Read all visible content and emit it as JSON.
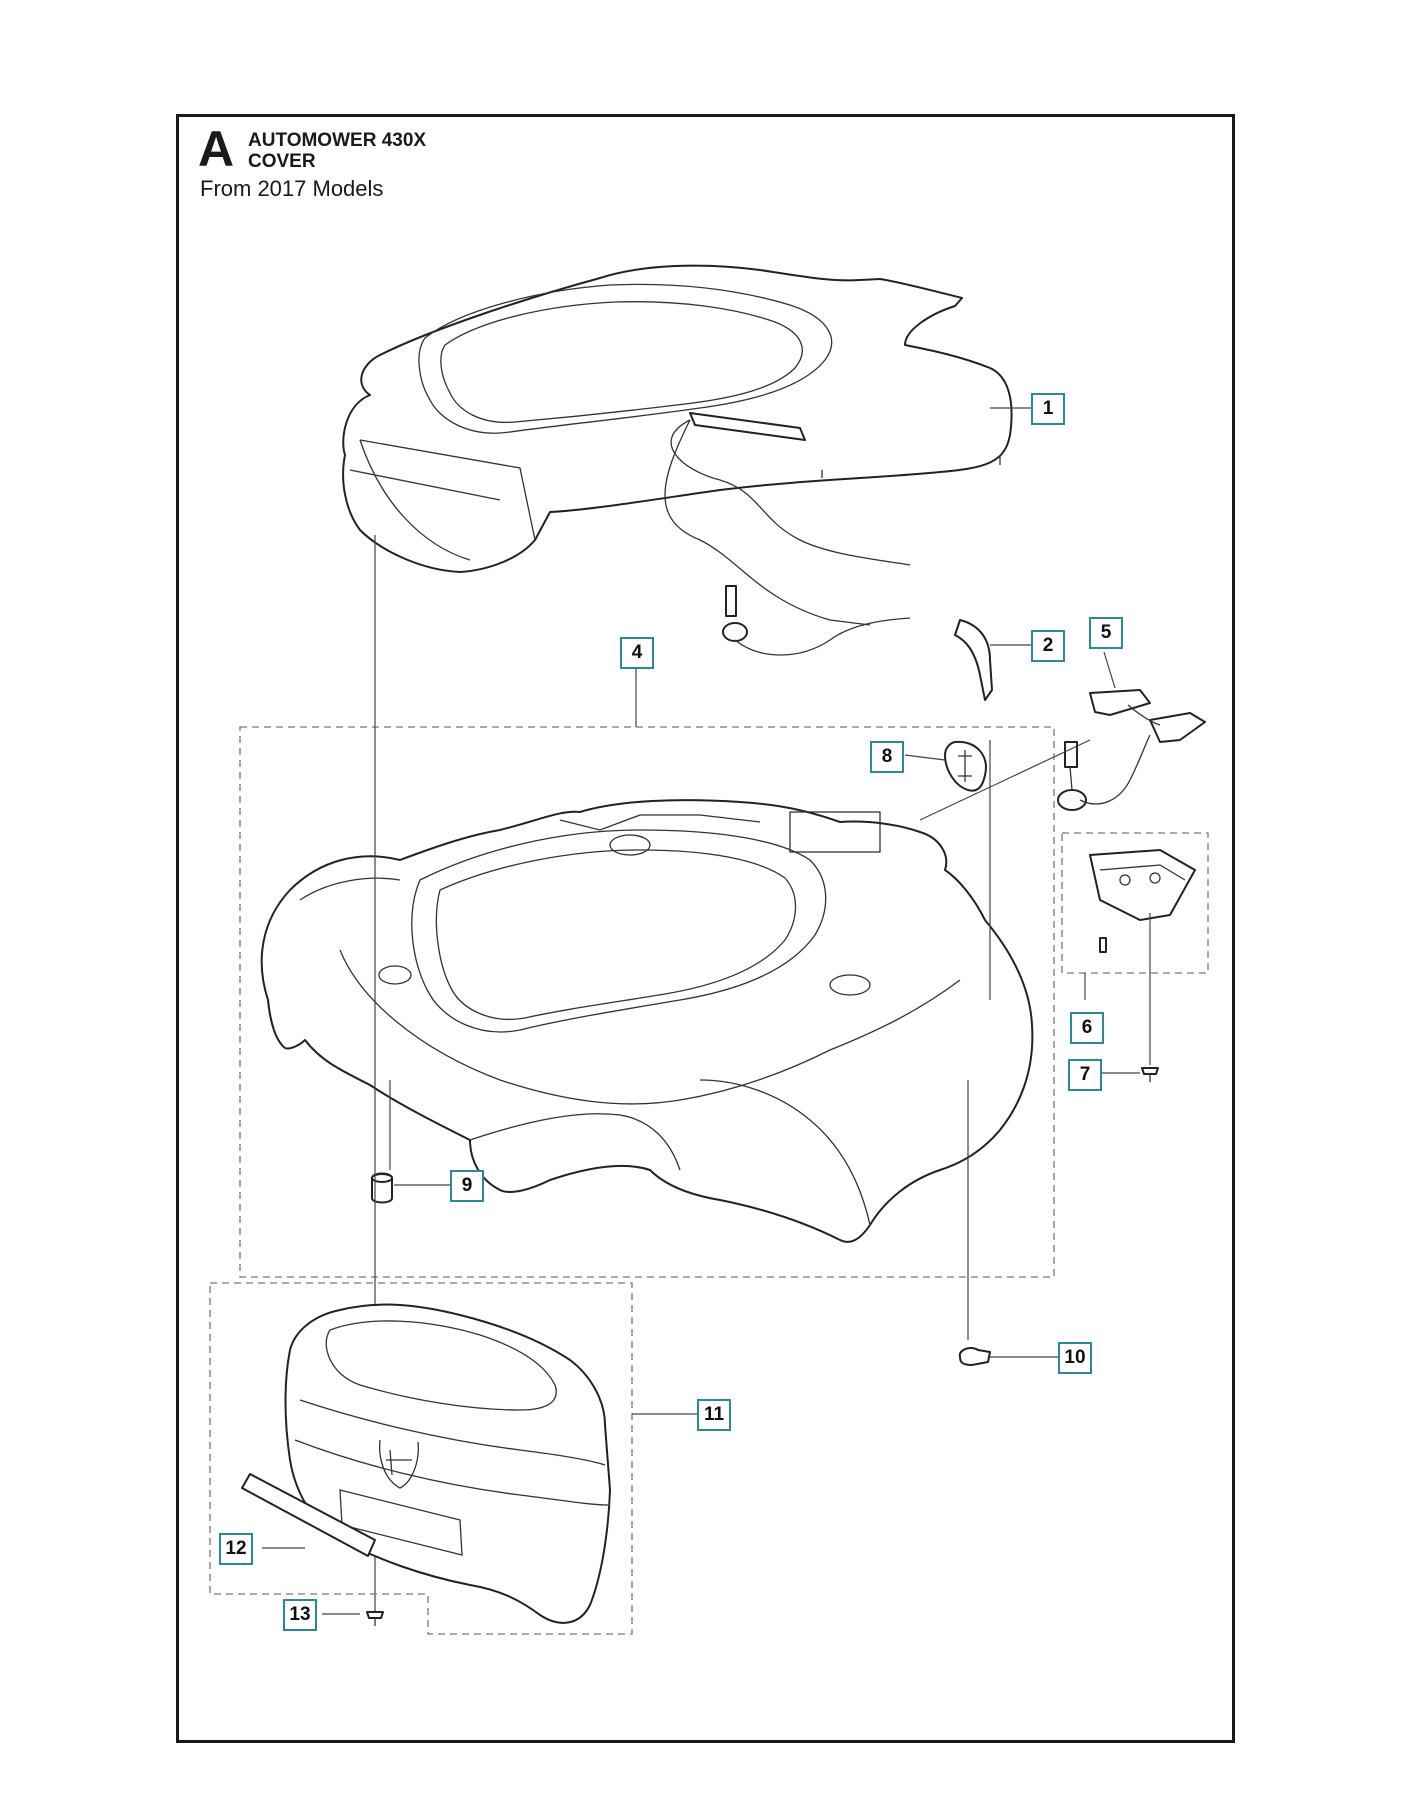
{
  "header": {
    "letter": "A",
    "model": "AUTOMOWER 430X",
    "part_group": "COVER",
    "subtitle": "From 2017 Models"
  },
  "callouts": [
    "1",
    "2",
    "4",
    "5",
    "6",
    "7",
    "8",
    "9",
    "10",
    "11",
    "12",
    "13"
  ],
  "colors": {
    "callout_border": "#2a8a9a",
    "line": "#222222",
    "dash": "#777777"
  }
}
